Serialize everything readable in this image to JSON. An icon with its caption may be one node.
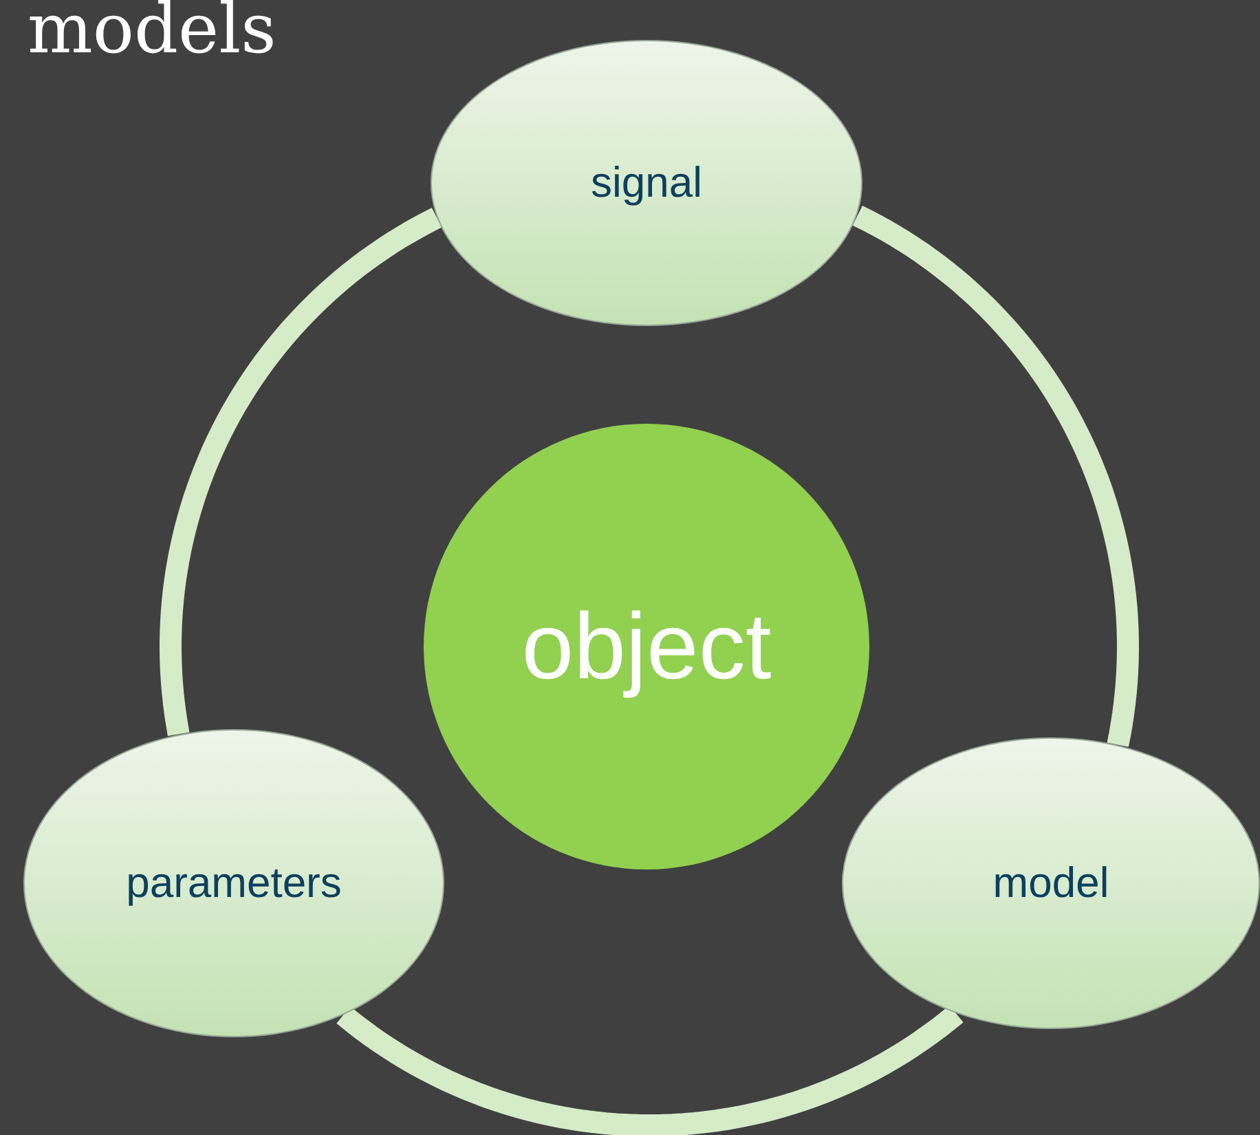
{
  "diagram": {
    "title": "models",
    "nodes": [
      {
        "text": [
          "signal"
        ]
      },
      {
        "text": [
          "object"
        ]
      },
      {
        "text": [
          "parameters"
        ]
      },
      {
        "text": [
          "model"
        ]
      }
    ],
    "edges": [
      {
        "from": 0,
        "to": 3,
        "arrow": "none"
      },
      {
        "from": 3,
        "to": 2,
        "arrow": "none"
      },
      {
        "from": 2,
        "to": 0,
        "arrow": "none"
      }
    ]
  }
}
